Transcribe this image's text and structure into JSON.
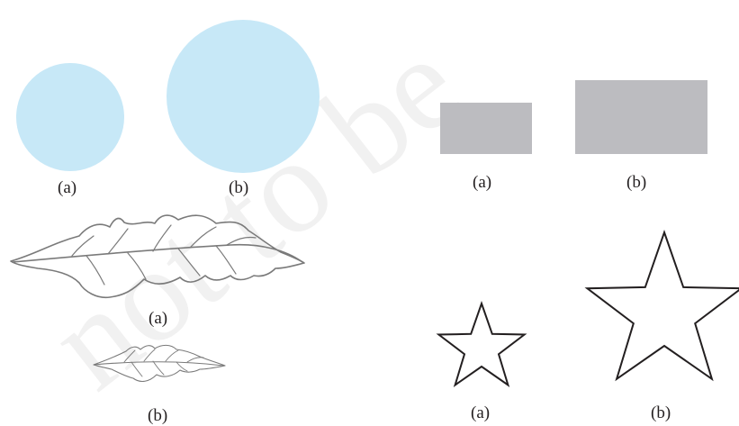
{
  "watermark": "not to be",
  "colors": {
    "circle_fill": "#c7e8f7",
    "rect_fill": "#bcbcc0",
    "outline": "#231f20",
    "leaf_stroke": "#7a7a7a"
  },
  "figures": {
    "circles": {
      "label_a": "(a)",
      "label_b": "(b)"
    },
    "leaves": {
      "label_a": "(a)",
      "label_b": "(b)"
    },
    "rectangles": {
      "label_a": "(a)",
      "label_b": "(b)"
    },
    "stars": {
      "label_a": "(a)",
      "label_b": "(b)"
    }
  }
}
